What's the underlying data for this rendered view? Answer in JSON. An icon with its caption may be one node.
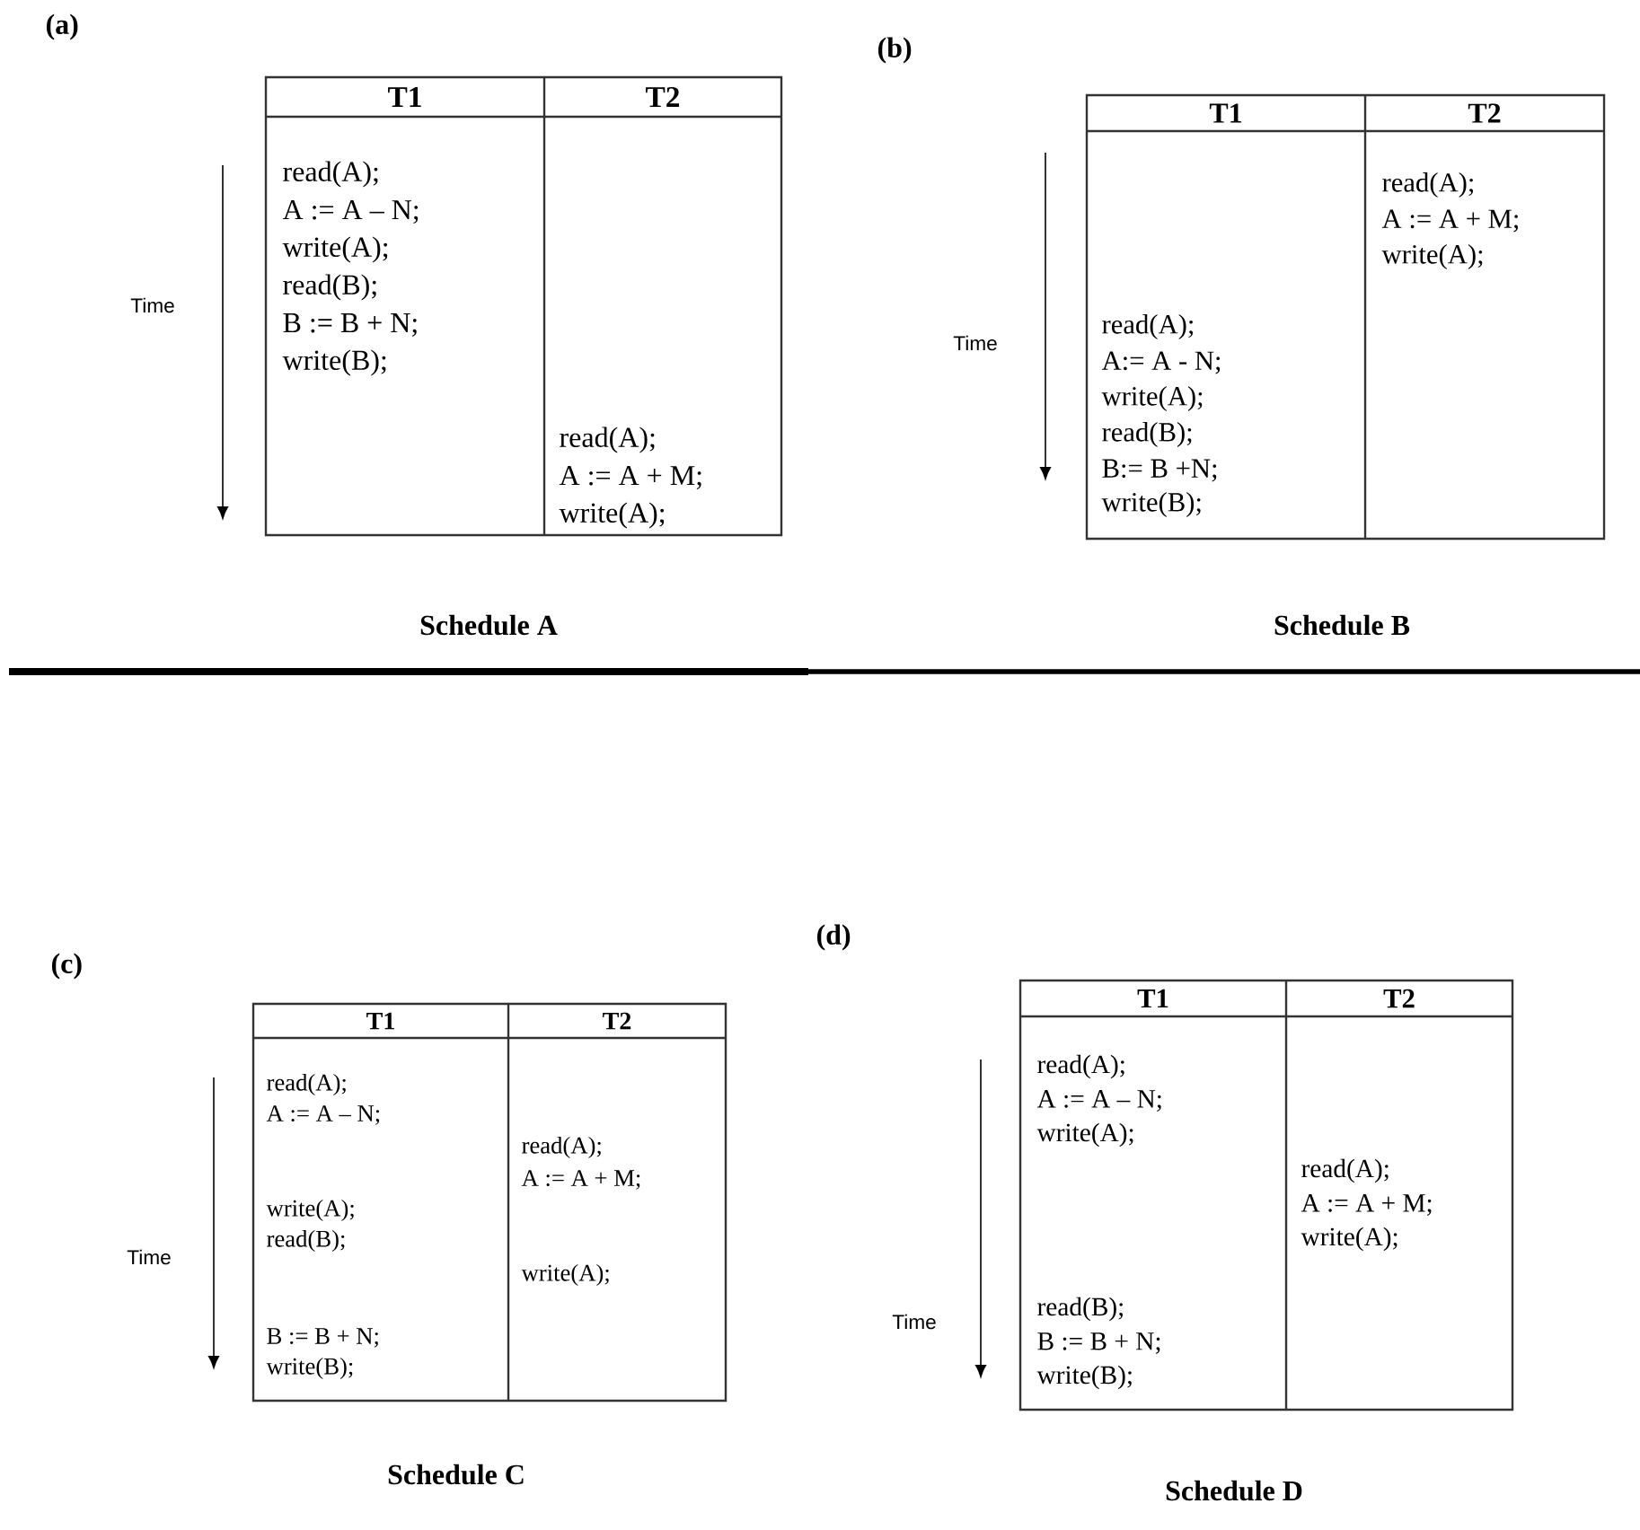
{
  "diagram": {
    "labels": [
      "(a)",
      "T1",
      "T2",
      "Time",
      "read(A);",
      "A := A – N;",
      "write(A);",
      "read(B);",
      "B := B + N;",
      "write(B);",
      "read(A);",
      "A := A + M;",
      "write(A);",
      "Schedule A",
      "(b)",
      "T1",
      "T2",
      "Time",
      "read(A);",
      "A:= A - N;",
      "write(A);",
      "read(B);",
      "B:= B +N;",
      "write(B);",
      "read(A);",
      "A := A + M;",
      "write(A);",
      "Schedule B",
      "(c)",
      "T1",
      "T2",
      "Time",
      "read(A);",
      "A := A – N;",
      "write(A);",
      "read(B);",
      "B := B + N;",
      "write(B);",
      "read(A);",
      "A := A + M;",
      "write(A);",
      "Schedule C",
      "(d)",
      "T1",
      "T2",
      "Time",
      "read(A);",
      "A := A – N;",
      "write(A);",
      "read(B);",
      "B := B + N;",
      "write(B);",
      "read(A);",
      "A := A + M;",
      "write(A);",
      "Schedule D"
    ]
  }
}
